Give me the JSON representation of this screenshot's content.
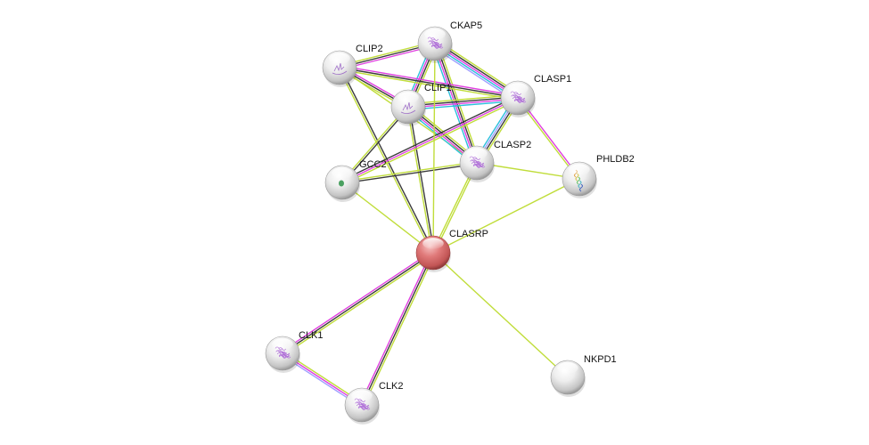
{
  "diagram": {
    "type": "protein-interaction-network",
    "edge_colors": {
      "textmining": "#c0dd3a",
      "coexpression": "#3b3b3b",
      "experiments": "#e040e0",
      "databases": "#2bc0dc",
      "homology": "#a0a0ff"
    },
    "query_node_color": "#e07070",
    "node_color": "#e8e8e8",
    "nodes": [
      {
        "id": "CKAP5",
        "label": "CKAP5",
        "query": false,
        "structure": "purple-blob"
      },
      {
        "id": "CLIP2",
        "label": "CLIP2",
        "query": false,
        "structure": "purple-thin"
      },
      {
        "id": "CLASP1",
        "label": "CLASP1",
        "query": false,
        "structure": "purple-blob"
      },
      {
        "id": "CLIP1",
        "label": "CLIP1",
        "query": false,
        "structure": "purple-thin"
      },
      {
        "id": "CLASP2",
        "label": "CLASP2",
        "query": false,
        "structure": "purple-blob"
      },
      {
        "id": "GCC2",
        "label": "GCC2",
        "query": false,
        "structure": "green-small"
      },
      {
        "id": "PHLDB2",
        "label": "PHLDB2",
        "query": false,
        "structure": "rainbow-helix"
      },
      {
        "id": "CLASRP",
        "label": "CLASRP",
        "query": true,
        "structure": "none"
      },
      {
        "id": "CLK1",
        "label": "CLK1",
        "query": false,
        "structure": "purple-blob"
      },
      {
        "id": "CLK2",
        "label": "CLK2",
        "query": false,
        "structure": "purple-blob"
      },
      {
        "id": "NKPD1",
        "label": "NKPD1",
        "query": false,
        "structure": "none"
      }
    ],
    "edges": [
      {
        "a": "CKAP5",
        "b": "CLIP2",
        "types": [
          "experiments",
          "coexpression",
          "textmining"
        ]
      },
      {
        "a": "CKAP5",
        "b": "CLASP1",
        "types": [
          "textmining",
          "coexpression",
          "experiments",
          "databases",
          "homology"
        ]
      },
      {
        "a": "CKAP5",
        "b": "CLIP1",
        "types": [
          "textmining",
          "coexpression",
          "experiments",
          "databases"
        ]
      },
      {
        "a": "CKAP5",
        "b": "CLASP2",
        "types": [
          "textmining",
          "coexpression",
          "experiments",
          "databases"
        ]
      },
      {
        "a": "CLIP2",
        "b": "CLASP1",
        "types": [
          "experiments",
          "coexpression",
          "textmining"
        ]
      },
      {
        "a": "CLIP2",
        "b": "CLIP1",
        "types": [
          "experiments",
          "coexpression",
          "textmining"
        ]
      },
      {
        "a": "CLIP2",
        "b": "CLASP2",
        "types": [
          "textmining"
        ]
      },
      {
        "a": "CLIP2",
        "b": "CLASRP",
        "types": [
          "coexpression",
          "textmining"
        ]
      },
      {
        "a": "CLIP1",
        "b": "CLASP1",
        "types": [
          "textmining",
          "coexpression",
          "experiments",
          "databases"
        ]
      },
      {
        "a": "CLIP1",
        "b": "CLASP2",
        "types": [
          "textmining",
          "coexpression",
          "experiments",
          "databases"
        ]
      },
      {
        "a": "CLIP1",
        "b": "GCC2",
        "types": [
          "coexpression",
          "textmining"
        ]
      },
      {
        "a": "CLIP1",
        "b": "CLASRP",
        "types": [
          "coexpression",
          "textmining"
        ]
      },
      {
        "a": "CLASP1",
        "b": "CLASP2",
        "types": [
          "textmining",
          "coexpression",
          "homology",
          "databases"
        ]
      },
      {
        "a": "CLASP1",
        "b": "GCC2",
        "types": [
          "textmining",
          "experiments",
          "coexpression"
        ]
      },
      {
        "a": "CLASP1",
        "b": "PHLDB2",
        "types": [
          "experiments",
          "textmining"
        ]
      },
      {
        "a": "CLASP2",
        "b": "GCC2",
        "types": [
          "coexpression",
          "textmining"
        ]
      },
      {
        "a": "CLASP2",
        "b": "PHLDB2",
        "types": [
          "textmining"
        ]
      },
      {
        "a": "CLASP2",
        "b": "CLASRP",
        "types": [
          "textmining",
          "textmining"
        ]
      },
      {
        "a": "CKAP5",
        "b": "CLASRP",
        "types": [
          "textmining"
        ]
      },
      {
        "a": "GCC2",
        "b": "CLASRP",
        "types": [
          "textmining"
        ]
      },
      {
        "a": "PHLDB2",
        "b": "CLASRP",
        "types": [
          "textmining"
        ]
      },
      {
        "a": "CLASRP",
        "b": "CLK1",
        "types": [
          "textmining",
          "coexpression",
          "experiments"
        ]
      },
      {
        "a": "CLASRP",
        "b": "CLK2",
        "types": [
          "textmining",
          "coexpression",
          "experiments"
        ]
      },
      {
        "a": "CLASRP",
        "b": "NKPD1",
        "types": [
          "textmining"
        ]
      },
      {
        "a": "CLK1",
        "b": "CLK2",
        "types": [
          "textmining",
          "experiments",
          "homology"
        ]
      }
    ]
  }
}
